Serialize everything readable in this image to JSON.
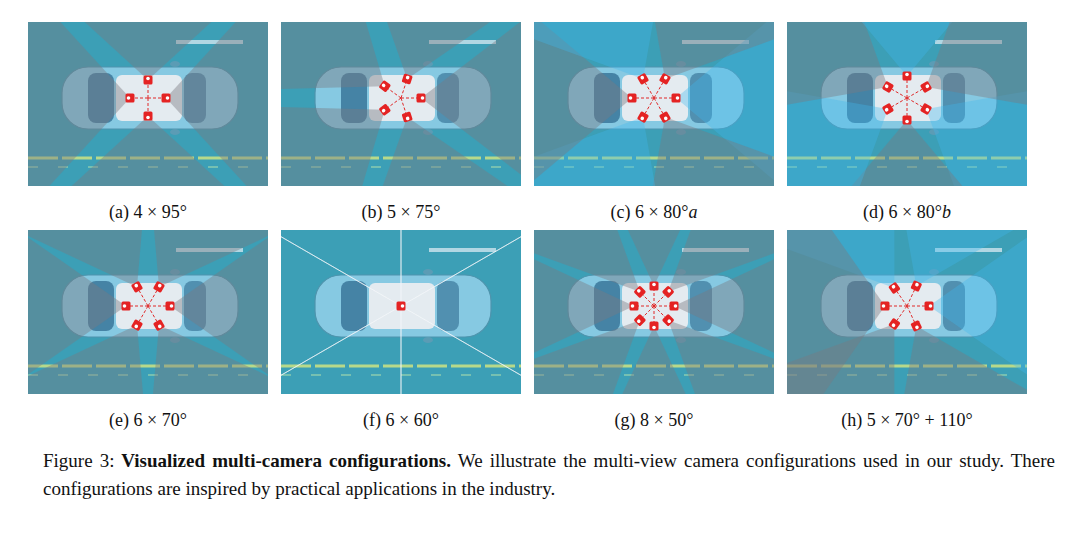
{
  "diagram": {
    "caption": "Figure 3: Visualized multi-camera configurations. We illustrate the multi-view camera configurations used in our study. There configurations are inspired by practical applications in the industry.",
    "labels": [
      "(a) 4 × 95°",
      "(b) 5 × 75°",
      "(c) 6 × 80°a",
      "(d) 6 × 80°b",
      "(e) 6 × 70°",
      "(f) 6 × 60°",
      "(g) 8 × 50°",
      "(h) 5 × 70° + 110°"
    ]
  }
}
